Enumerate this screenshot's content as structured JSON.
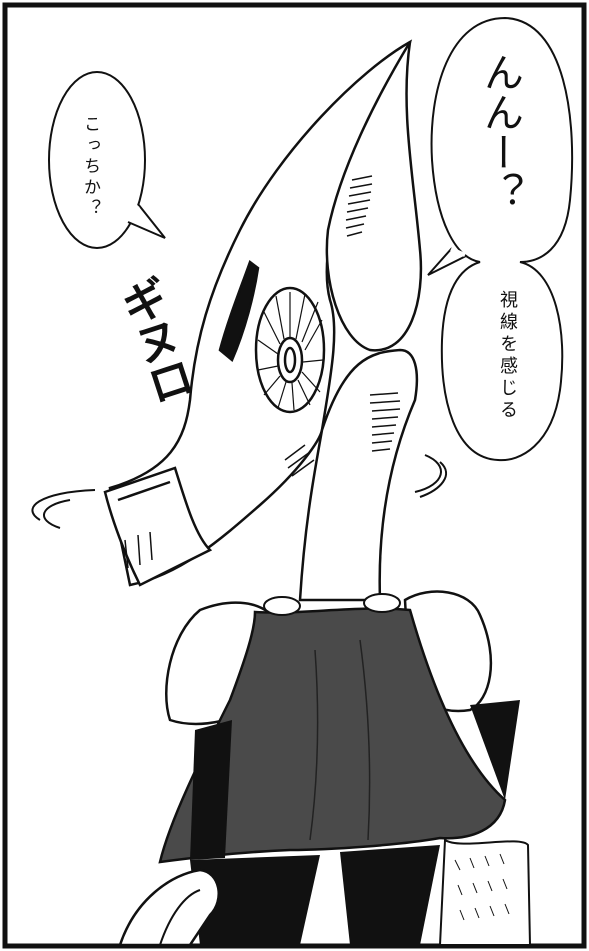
{
  "panel": {
    "speech_left": "こっちか？",
    "speech_right_big": "んんー？",
    "speech_right_small": "視線を感じる",
    "sfx": [
      "ギ",
      "ヌ",
      "ロ"
    ]
  },
  "colors": {
    "ink": "#111111",
    "cape": "#4a4a4a",
    "paper": "#ffffff"
  }
}
